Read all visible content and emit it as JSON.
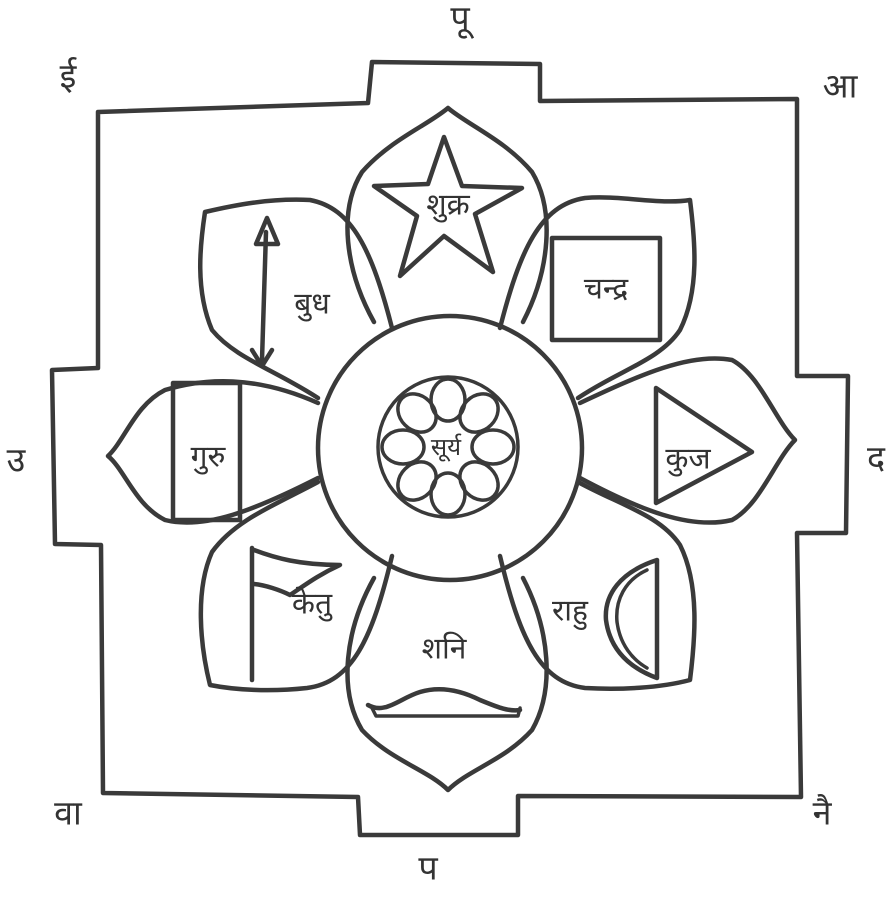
{
  "directions": {
    "east": "पू",
    "northeast": "आ",
    "south": "द",
    "southeast": "नै",
    "west": "प",
    "southwest": "वा",
    "north": "उ",
    "northwest": "ई"
  },
  "planets": {
    "center": "सूर्य",
    "top": "शुक्र",
    "top_right": "चन्द्र",
    "right": "कुज",
    "bottom_right": "राहु",
    "bottom": "शनि",
    "bottom_left": "केतु",
    "left": "गुरु",
    "top_left": "बुध"
  },
  "colors": {
    "ink": "#3a3a3a",
    "paper": "#ffffff"
  }
}
